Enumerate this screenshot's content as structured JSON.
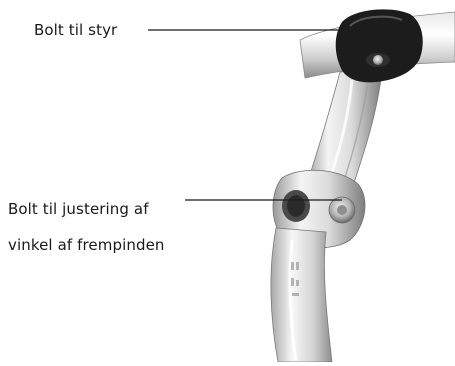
{
  "labels": {
    "handlebar_bolt": "Bolt til styr",
    "angle_bolt_line1": "Bolt til justering af",
    "angle_bolt_line2": "vinkel af frempinden"
  },
  "colors": {
    "background": "#ffffff",
    "text": "#1a1a1a",
    "leader_line": "#1a1a1a",
    "metal_light": "#f2f2f2",
    "metal_mid": "#c9c9c9",
    "metal_dark": "#6e6e6e",
    "clamp_black": "#1c1c1c"
  },
  "illustration": {
    "subject": "adjustable bicycle stem with handlebar clamp",
    "icons": [
      "handlebar-clamp-bolt-icon",
      "angle-adjust-bolt-icon"
    ]
  }
}
